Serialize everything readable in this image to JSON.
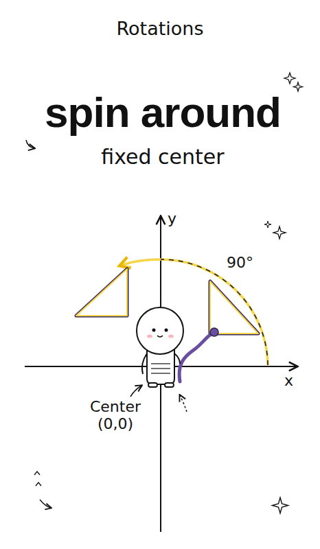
{
  "diagram": {
    "title": "Rotations",
    "labels": [
      "spin around",
      "fixed center",
      "y",
      "90°",
      "x",
      "Center (0,0)"
    ]
  }
}
